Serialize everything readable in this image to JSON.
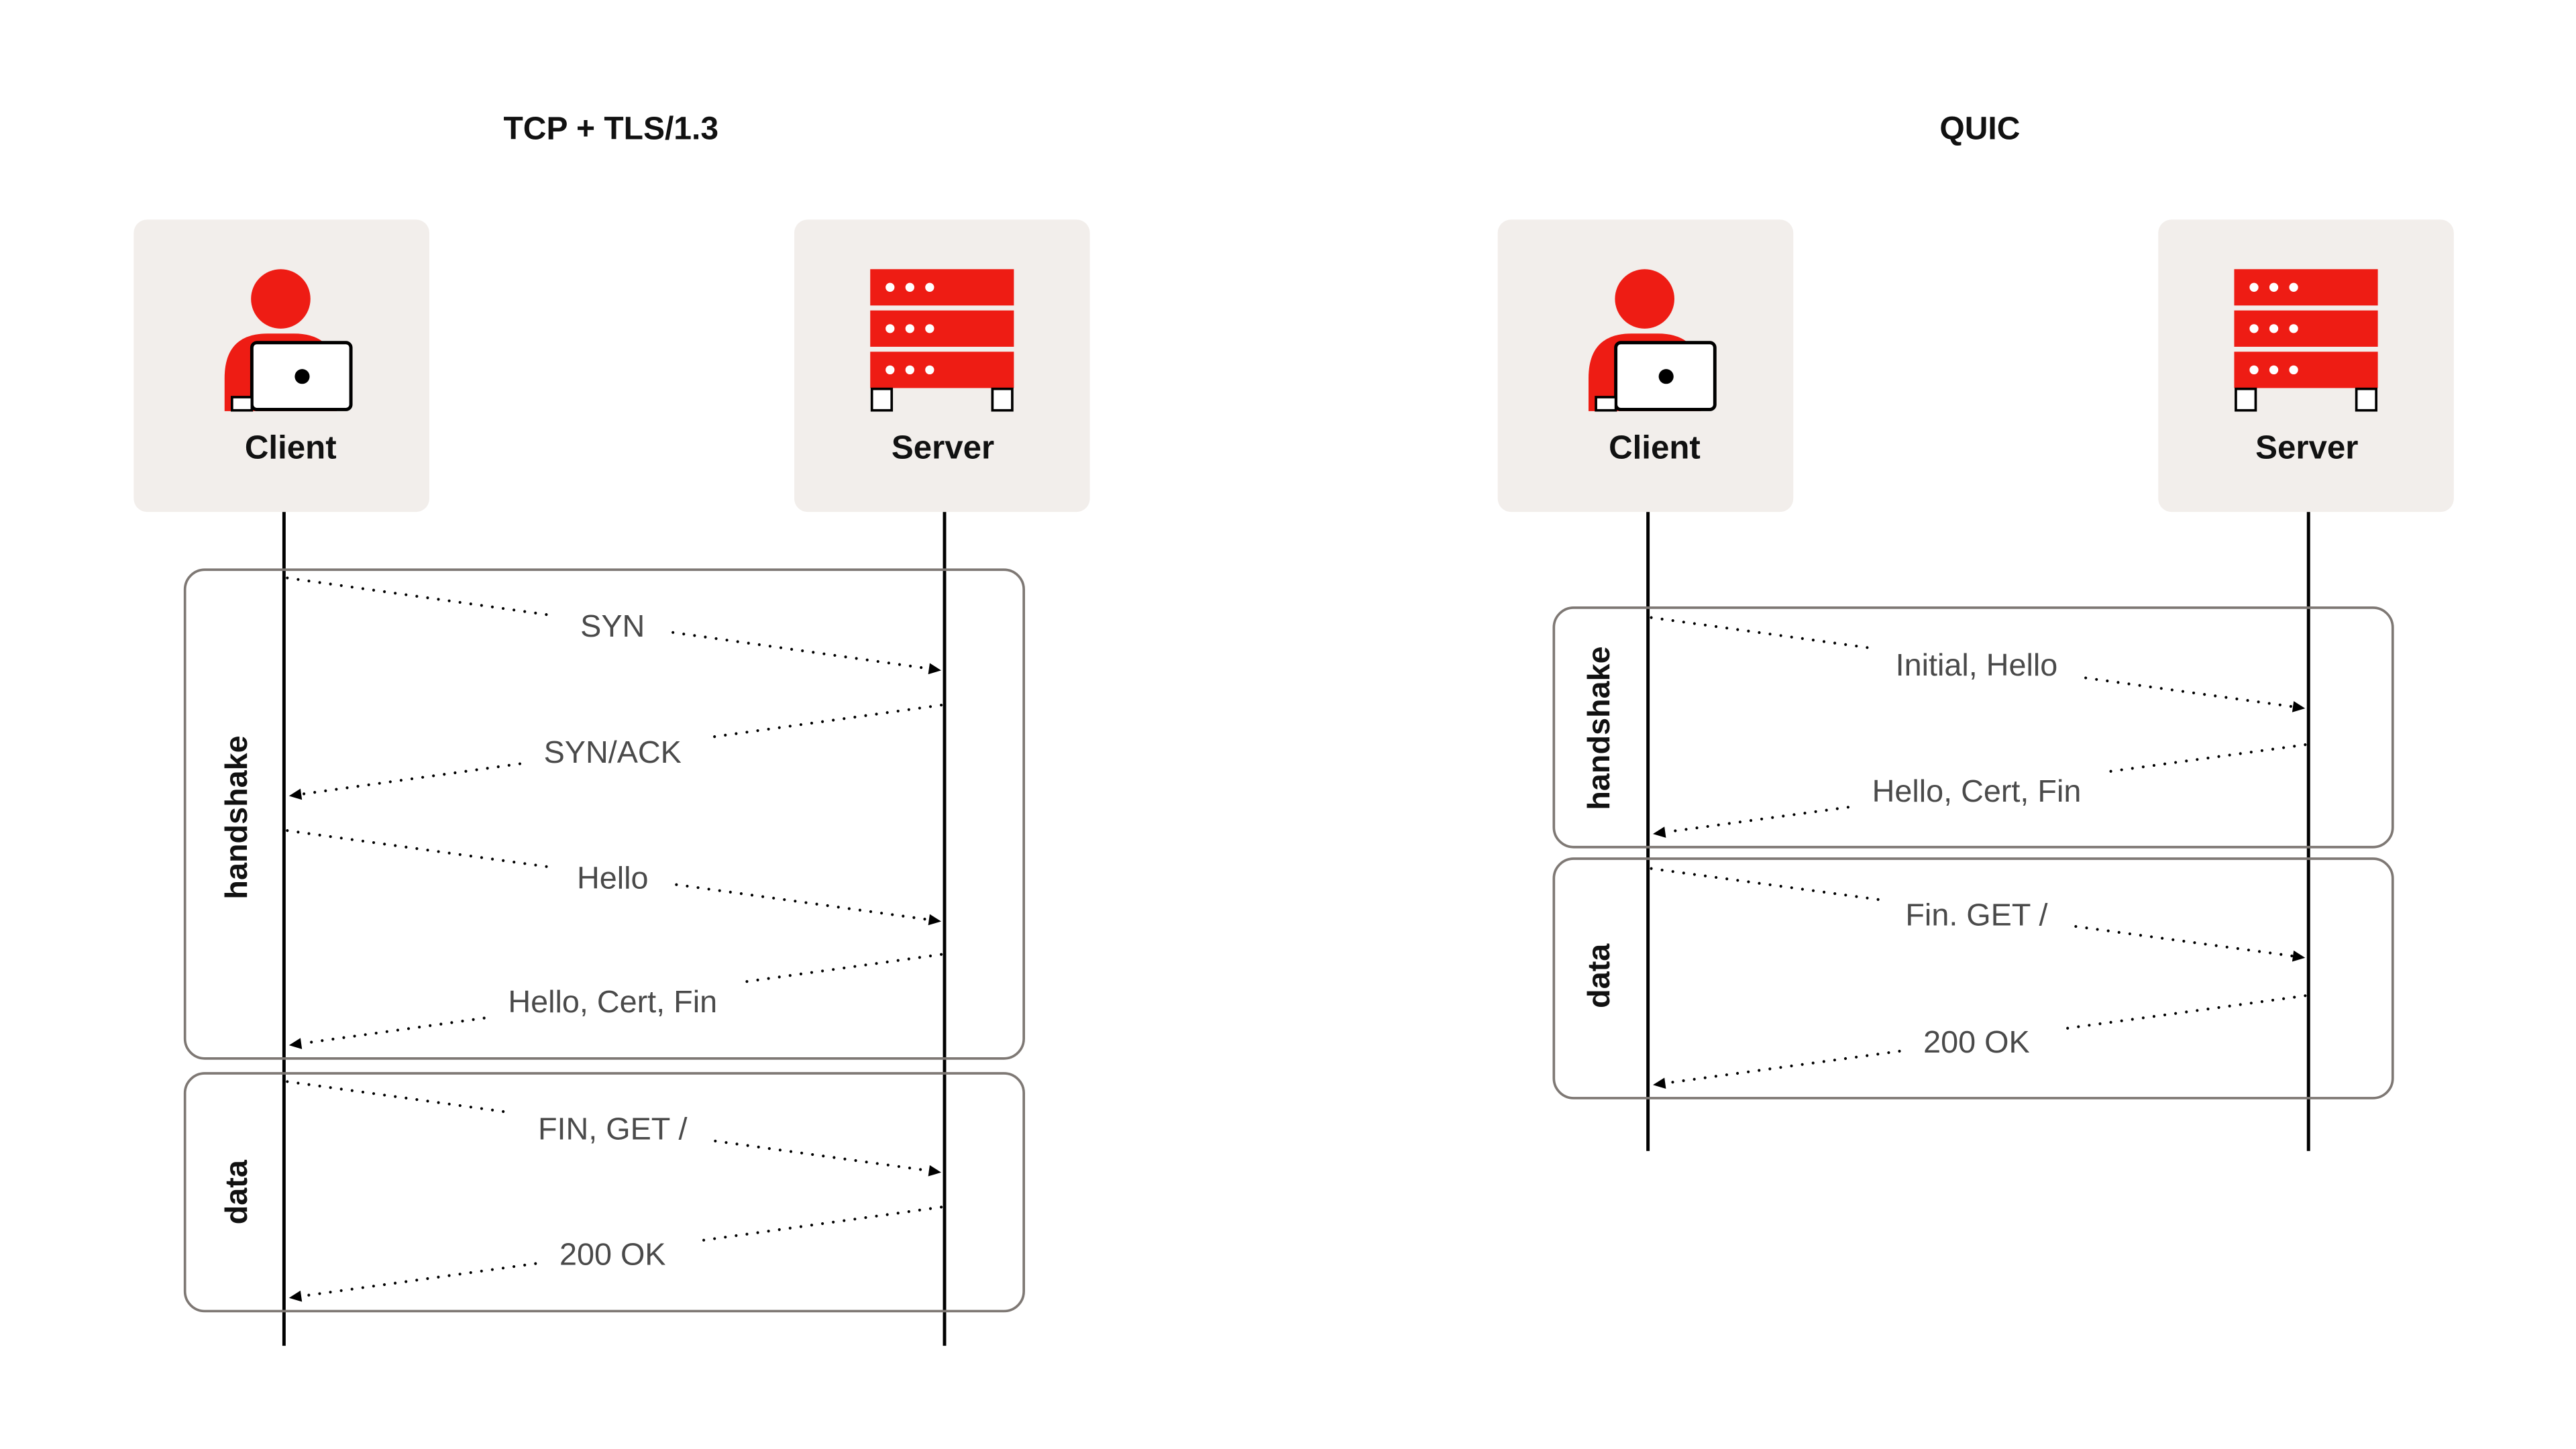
{
  "colors": {
    "accent": "#EE1C14",
    "participant_bg": "#F2EEEB",
    "phase_border": "#7E7874",
    "message_text": "#4A4A4A",
    "line": "#000000",
    "background": "#FFFFFF"
  },
  "icons": {
    "client": "person-with-laptop-icon",
    "server": "server-rack-icon"
  },
  "diagrams": [
    {
      "title": "TCP + TLS/1.3",
      "participants": {
        "client": "Client",
        "server": "Server"
      },
      "phases": [
        {
          "label": "handshake",
          "messages": [
            {
              "label": "SYN",
              "to_server": true
            },
            {
              "label": "SYN/ACK",
              "to_server": false
            },
            {
              "label": "Hello",
              "to_server": true
            },
            {
              "label": "Hello, Cert, Fin",
              "to_server": false
            }
          ]
        },
        {
          "label": "data",
          "messages": [
            {
              "label": "FIN, GET /",
              "to_server": true
            },
            {
              "label": "200 OK",
              "to_server": false
            }
          ]
        }
      ]
    },
    {
      "title": "QUIC",
      "participants": {
        "client": "Client",
        "server": "Server"
      },
      "phases": [
        {
          "label": "handshake",
          "messages": [
            {
              "label": "Initial, Hello",
              "to_server": true
            },
            {
              "label": "Hello, Cert, Fin",
              "to_server": false
            }
          ]
        },
        {
          "label": "data",
          "messages": [
            {
              "label": "Fin. GET /",
              "to_server": true
            },
            {
              "label": "200 OK",
              "to_server": false
            }
          ]
        }
      ]
    }
  ]
}
